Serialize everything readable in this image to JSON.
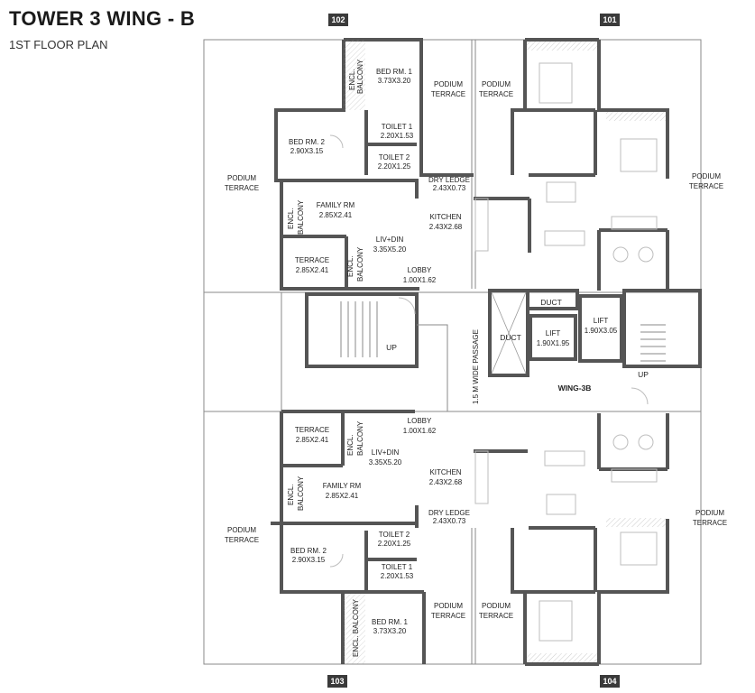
{
  "header": {
    "title": "TOWER 3 WING - B",
    "subtitle": "1ST FLOOR PLAN"
  },
  "flat_tags": {
    "top_left": "102",
    "top_right": "101",
    "bottom_left": "103",
    "bottom_right": "104"
  },
  "labels": {
    "podium": "PODIUM",
    "terrace": "TERRACE",
    "encl": "ENCL.",
    "balcony": "BALCONY",
    "encl_balcony": "ENCL. BALCONY",
    "bed1": "BED RM. 1",
    "bed1_size": "3.73X3.20",
    "bed2": "BED RM. 2",
    "bed2_size": "2.90X3.15",
    "toilet1": "TOILET 1",
    "toilet1_size": "2.20X1.53",
    "toilet2": "TOILET 2",
    "toilet2_size": "2.20X1.25",
    "dry_ledge": "DRY LEDGE",
    "dry_ledge_size": "2.43X0.73",
    "family": "FAMILY RM",
    "family_size": "2.85X2.41",
    "kitchen": "KITCHEN",
    "kitchen_size": "2.43X2.68",
    "livdin": "LIV+DIN",
    "livdin_size": "3.35X5.20",
    "terrace_room": "TERRACE",
    "terrace_size": "2.85X2.41",
    "lobby": "LOBBY",
    "lobby_size": "1.00X1.62",
    "duct": "DUCT",
    "lift": "LIFT",
    "lift1_size": "1.90X1.95",
    "lift2_size": "1.90X3.05",
    "up": "UP",
    "passage": "1.5 M WIDE PASSAGE",
    "wing": "WING-3B"
  },
  "colors": {
    "wall": "#555555",
    "outline": "#8a8a8a",
    "tag_bg": "#3a3a3a",
    "furniture": "#bdbdbd"
  }
}
